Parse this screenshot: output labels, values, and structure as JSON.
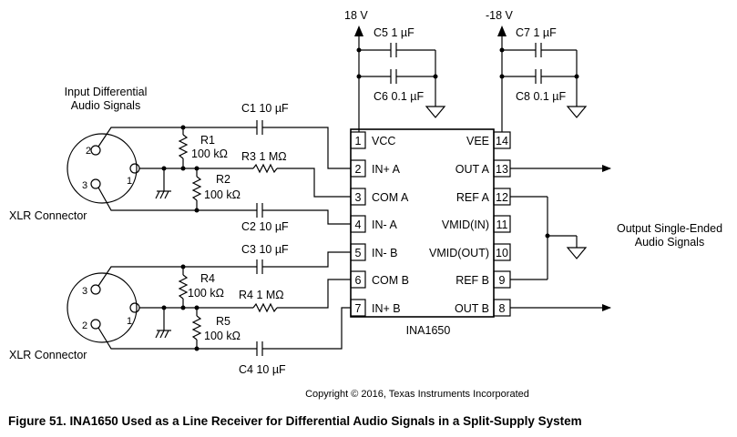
{
  "supplies": {
    "pos": "18 V",
    "neg": "-18 V"
  },
  "caps": {
    "c1": "C1 10 µF",
    "c2": "C2 10 µF",
    "c3": "C3 10 µF",
    "c4": "C4 10 µF",
    "c5": "C5 1 µF",
    "c6": "C6 0.1 µF",
    "c7": "C7 1 µF",
    "c8": "C8 0.1 µF"
  },
  "resistors": {
    "r1_name": "R1",
    "r1_value": "100 kΩ",
    "r2_name": "R2",
    "r2_value": "100 kΩ",
    "r3": "R3 1 MΩ",
    "r4_name": "R4",
    "r4_value": "100 kΩ",
    "r5_name": "R5",
    "r5_value": "100 kΩ",
    "r6": "R4 1 MΩ"
  },
  "input_label": {
    "line1": "Input Differential",
    "line2": "Audio Signals"
  },
  "output_label": {
    "line1": "Output Single-Ended",
    "line2": "Audio Signals"
  },
  "connectors": {
    "top": "XLR Connector",
    "bottom": "XLR Connector"
  },
  "xlr_pins": {
    "p1": "1",
    "p2": "2",
    "p3": "3"
  },
  "chip": {
    "name": "INA1650",
    "left_pins": [
      {
        "num": "1",
        "label": "VCC"
      },
      {
        "num": "2",
        "label": "IN+ A"
      },
      {
        "num": "3",
        "label": "COM A"
      },
      {
        "num": "4",
        "label": "IN- A"
      },
      {
        "num": "5",
        "label": "IN- B"
      },
      {
        "num": "6",
        "label": "COM B"
      },
      {
        "num": "7",
        "label": "IN+ B"
      }
    ],
    "right_pins": [
      {
        "num": "14",
        "label": "VEE"
      },
      {
        "num": "13",
        "label": "OUT A"
      },
      {
        "num": "12",
        "label": "REF A"
      },
      {
        "num": "11",
        "label": "VMID(IN)"
      },
      {
        "num": "10",
        "label": "VMID(OUT)"
      },
      {
        "num": "9",
        "label": "REF B"
      },
      {
        "num": "8",
        "label": "OUT B"
      }
    ]
  },
  "copyright": "Copyright © 2016, Texas Instruments Incorporated",
  "caption": "Figure 51.  INA1650 Used as a Line Receiver for Differential Audio Signals in a Split-Supply System"
}
